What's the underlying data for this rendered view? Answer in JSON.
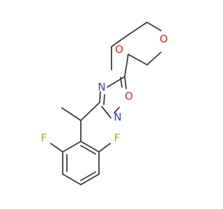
{
  "molecule": {
    "atoms": [
      {
        "id": "O_diox_left",
        "symbol": "O",
        "color": "#e8241c"
      },
      {
        "id": "O_diox_right",
        "symbol": "O",
        "color": "#e8241c"
      },
      {
        "id": "N_top",
        "symbol": "N",
        "color": "#2a3fe0"
      },
      {
        "id": "O_ring",
        "symbol": "O",
        "color": "#e8241c"
      },
      {
        "id": "N_bottom",
        "symbol": "N",
        "color": "#2a3fe0"
      },
      {
        "id": "F_left",
        "symbol": "F",
        "color": "#86b82e"
      },
      {
        "id": "F_right",
        "symbol": "F",
        "color": "#86b82e"
      }
    ],
    "bond_color": "#3a3a3a"
  }
}
